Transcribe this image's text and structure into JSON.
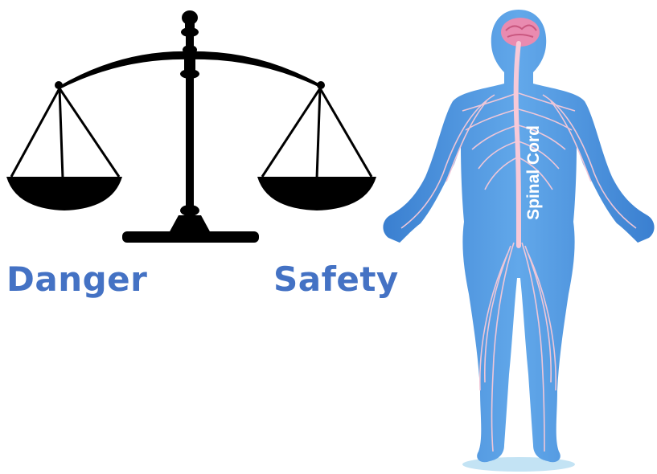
{
  "labels": {
    "danger": "Danger",
    "safety": "Safety",
    "spinal_cord": "Spinal Cord"
  },
  "colors": {
    "label_blue": "#4472c4",
    "scale_black": "#000000",
    "body_blue": "#4a90d9",
    "nerve_pink": "#f7c9d8",
    "brain_pink": "#e98bb0"
  },
  "icons": {
    "scale": "balance-scale-icon",
    "body": "human-nervous-system-icon"
  }
}
